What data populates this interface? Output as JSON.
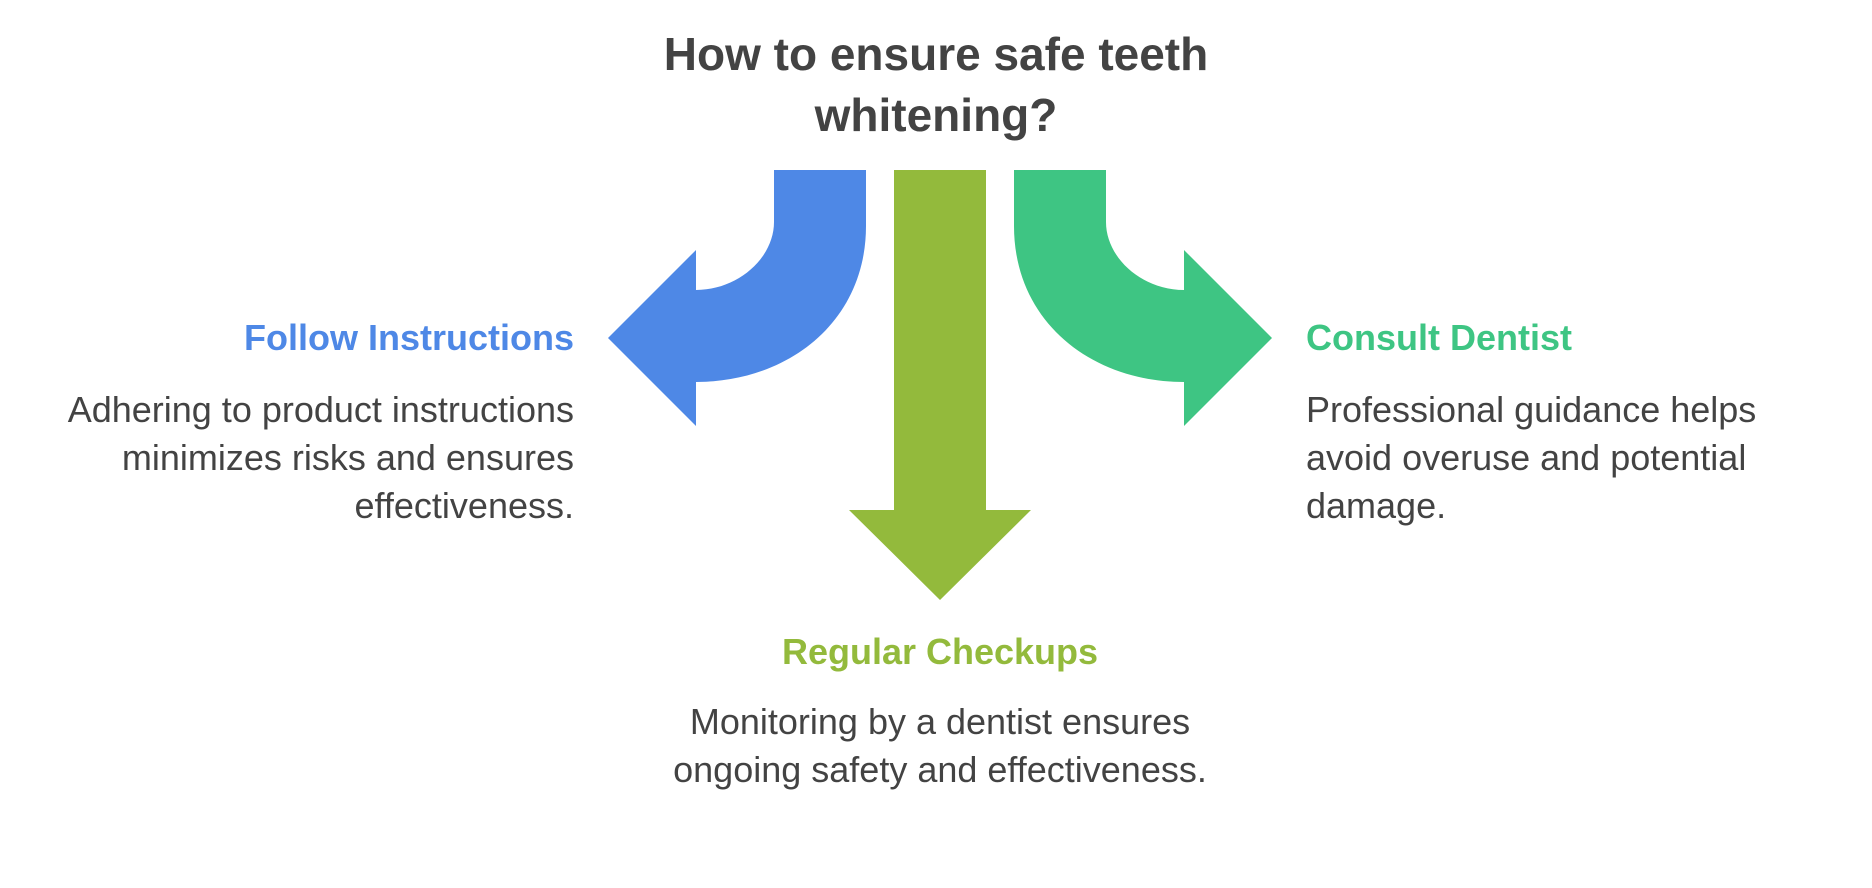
{
  "title": "How to ensure safe teeth whitening?",
  "colors": {
    "title": "#434343",
    "text": "#434343",
    "blue": "#4E88E6",
    "green_yellow": "#93BA3C",
    "green": "#3EC583"
  },
  "branches": {
    "left": {
      "title": "Follow Instructions",
      "description": "Adhering to product instructions minimizes risks and ensures effectiveness.",
      "color": "#4E88E6"
    },
    "center": {
      "title": "Regular Checkups",
      "description": "Monitoring by a dentist ensures ongoing safety and effectiveness.",
      "color": "#93BA3C"
    },
    "right": {
      "title": "Consult Dentist",
      "description": "Professional guidance helps avoid overuse and potential damage.",
      "color": "#3EC583"
    }
  }
}
